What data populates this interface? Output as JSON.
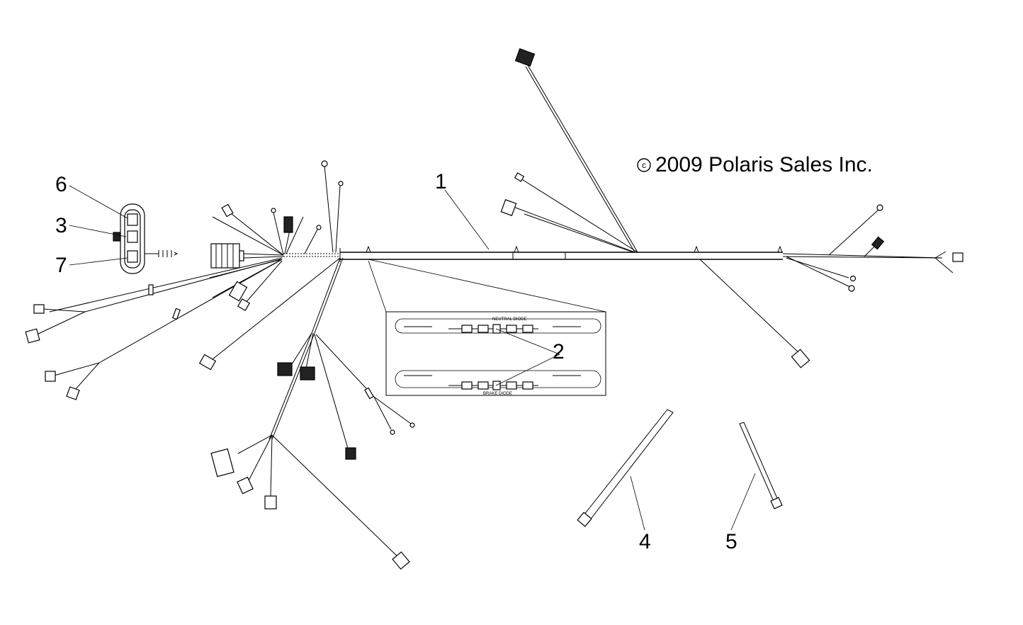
{
  "copyright": "2009 Polaris Sales Inc.",
  "copyright_symbol": "c",
  "callouts": [
    {
      "id": "1",
      "label": "1"
    },
    {
      "id": "2",
      "label": "2"
    },
    {
      "id": "3",
      "label": "3"
    },
    {
      "id": "4",
      "label": "4"
    },
    {
      "id": "5",
      "label": "5"
    },
    {
      "id": "6",
      "label": "6"
    },
    {
      "id": "7",
      "label": "7"
    }
  ],
  "inset": {
    "top_label": "NEUTRAL DIODE",
    "bottom_label": "BRAKE DIODE"
  },
  "colors": {
    "line": "#000000",
    "background": "#ffffff"
  }
}
